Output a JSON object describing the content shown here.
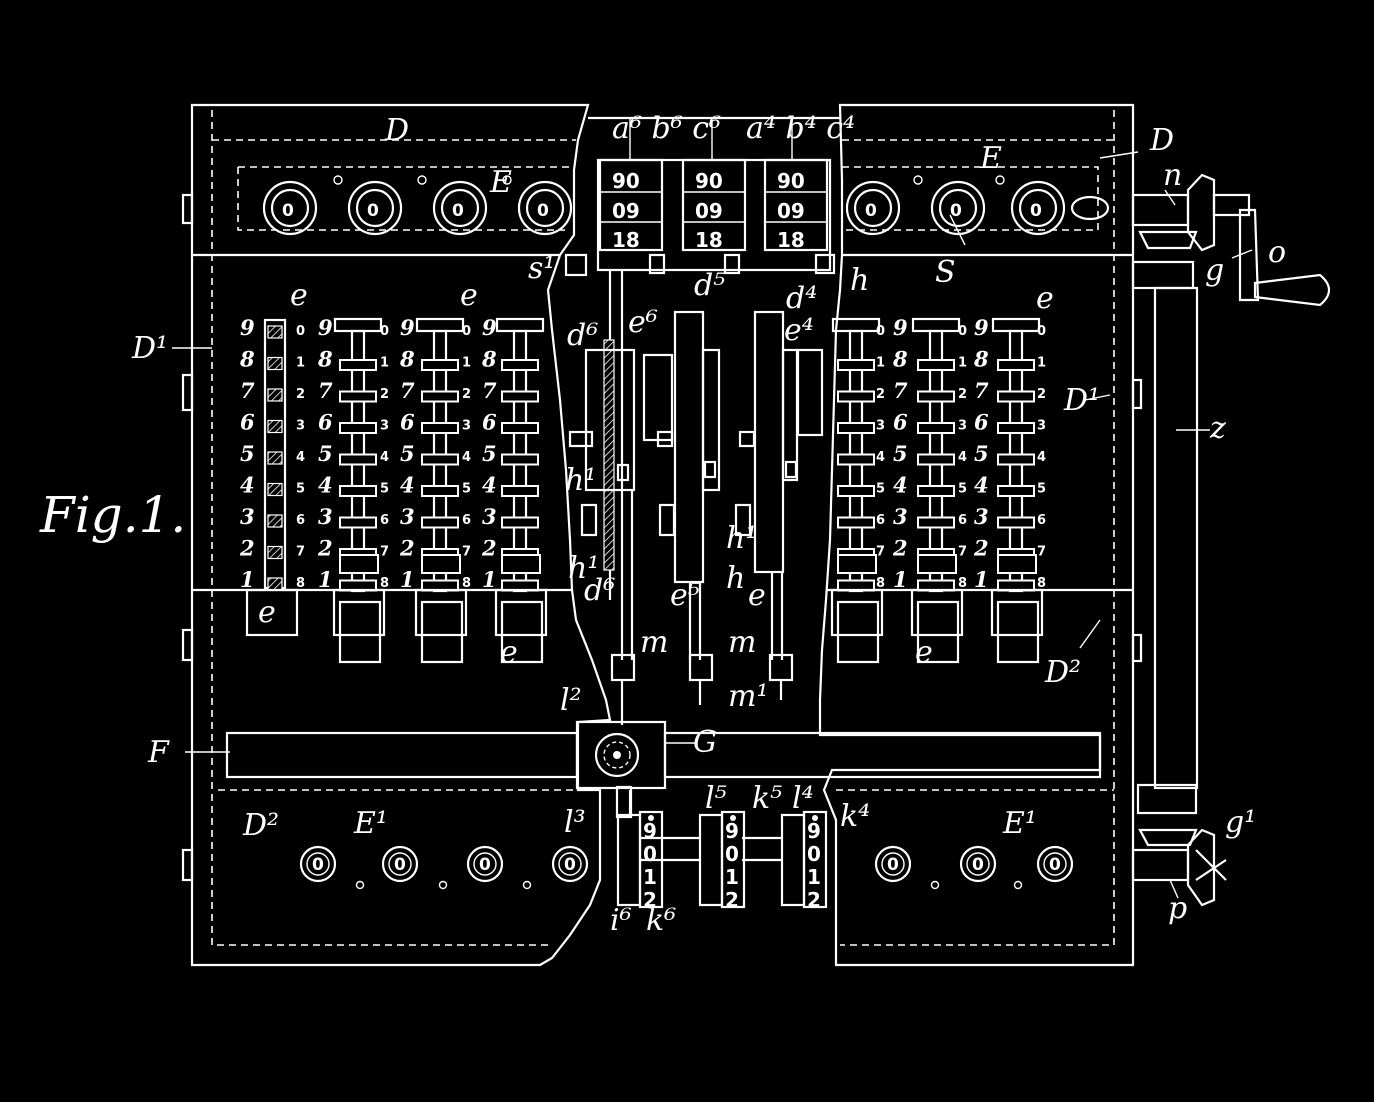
{
  "figure": {
    "caption": "Fig.1."
  },
  "labels": {
    "D_left": "D",
    "D_right": "D",
    "D1_left": "D¹",
    "D1_right": "D¹",
    "D2_right": "D²",
    "D2_left": "D²",
    "E_left": "E",
    "E_right": "E",
    "E1_left": "E¹",
    "E1_right": "E¹",
    "F": "F",
    "G": "G",
    "S": "S",
    "n": "n",
    "o": "o",
    "g": "g",
    "g1": "g¹",
    "p": "p",
    "z": "z",
    "h": "h",
    "e": "e",
    "m": "m",
    "m1": "m¹",
    "l2": "l²",
    "l3": "l³",
    "l4": "l⁴",
    "l5": "l⁵",
    "k4": "k⁴",
    "k5": "k⁵",
    "k6": "k⁶",
    "i6": "i⁶",
    "top_left_group": "a⁶ b⁶ c⁶",
    "top_right_group": "a⁴ b⁴ c⁴",
    "d6": "d⁶",
    "d5": "d⁵",
    "d4": "d⁴",
    "e6": "e⁶",
    "e5": "e⁵",
    "e4": "e⁴",
    "h1": "h¹",
    "s1": "s¹"
  },
  "window_digits": {
    "row1": "90",
    "row2": "09",
    "row3": "18"
  },
  "dial_digits": [
    "9",
    "0",
    "1",
    "2"
  ],
  "scale_big": [
    "9",
    "8",
    "7",
    "6",
    "5",
    "4",
    "3",
    "2",
    "1"
  ],
  "scale_small": [
    "0",
    "1",
    "2",
    "3",
    "4",
    "5",
    "6",
    "7",
    "8"
  ],
  "top_dials": "0",
  "bottom_dials": "0"
}
